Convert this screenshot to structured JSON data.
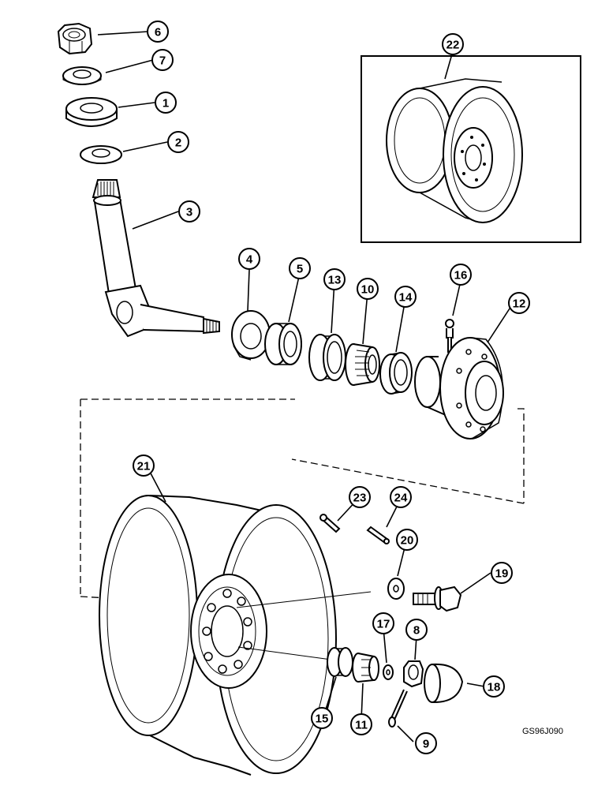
{
  "figure": {
    "reference_code": "GS96J090"
  },
  "callouts": {
    "c1": "1",
    "c2": "2",
    "c3": "3",
    "c4": "4",
    "c5": "5",
    "c6": "6",
    "c7": "7",
    "c8": "8",
    "c9": "9",
    "c10": "10",
    "c11": "11",
    "c12": "12",
    "c13": "13",
    "c14": "14",
    "c15": "15",
    "c16": "16",
    "c17": "17",
    "c18": "18",
    "c19": "19",
    "c20": "20",
    "c21": "21",
    "c22": "22",
    "c23": "23",
    "c24": "24"
  }
}
